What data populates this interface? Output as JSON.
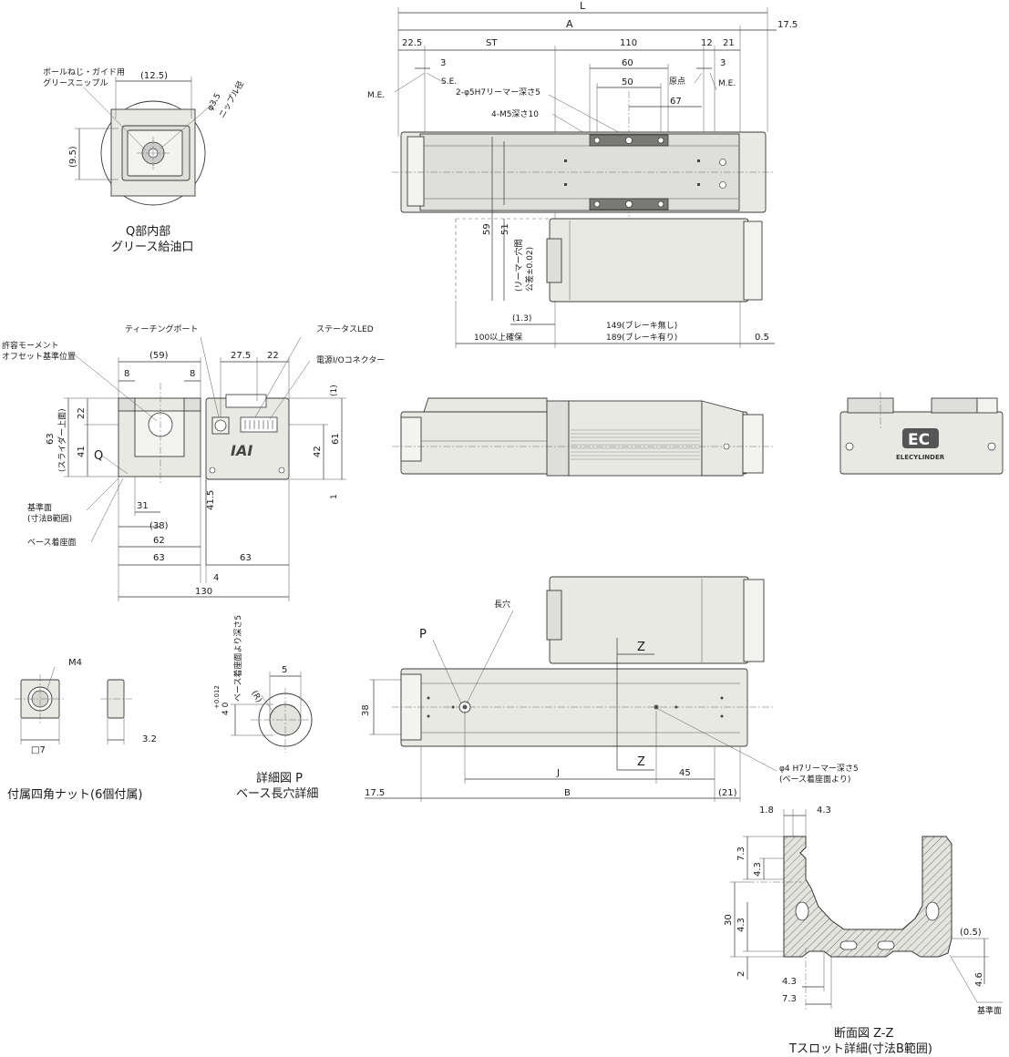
{
  "drawing_title": "",
  "top_view": {
    "dims_top": {
      "L": "L",
      "A": "A",
      "d17_5": "17.5",
      "d22_5": "22.5",
      "ST": "ST",
      "d110": "110",
      "d12": "12",
      "d21": "21"
    },
    "dims_inner": {
      "d3a": "3",
      "d3b": "3",
      "d60": "60",
      "d50": "50",
      "d67": "67"
    },
    "labels": {
      "me_left": "M.E.",
      "se": "S.E.",
      "origin": "原点",
      "me_right": "M.E.",
      "reamer": "2-φ5H7リーマー深さ5",
      "tap": "4-M5深さ10"
    },
    "dims_right": {
      "d59": "59",
      "d51": "51",
      "reamer_pitch": "(リーマー穴間",
      "tolerance": "公差±0.02)"
    },
    "dims_bottom": {
      "d1_3": "(1.3)",
      "clearance": "100以上確保",
      "no_brake": "149(ブレーキ無し)",
      "with_brake": "189(ブレーキ有り)",
      "d0_5": "0.5"
    }
  },
  "q_detail": {
    "labels": {
      "nipple_for": "ボールねじ・ガイド用",
      "grease_nipple": "グリースニップル",
      "d12_5": "(12.5)",
      "phi3_5": "φ3.5",
      "nipple_dia": "ニップル径",
      "d9_5": "(9.5)"
    },
    "caption1": "Q部内部",
    "caption2": "グリース給油口"
  },
  "end_view": {
    "labels": {
      "moment": "許容モーメント",
      "offset": "オフセット基準位置",
      "teaching": "ティーチングポート",
      "status_led": "ステータスLED",
      "power_conn": "電源I/Oコネクター",
      "q": "Q",
      "ref_face": "基準面",
      "ref_range": "(寸法B範囲)",
      "base_face": "ベース着座面",
      "logo": "IAI"
    },
    "dims": {
      "d59": "(59)",
      "d8a": "8",
      "d8b": "8",
      "d27_5": "27.5",
      "d22": "22",
      "d1": "(1)",
      "d22v": "22",
      "d63v": "63",
      "slider_top": "(スライダー上面)",
      "d41": "41",
      "d42": "42",
      "d61": "61",
      "d41_5": "41.5",
      "d1b": "1",
      "d31": "31",
      "d38": "(38)",
      "d62": "62",
      "d63a": "63",
      "d63b": "63",
      "d4": "4",
      "d130": "130"
    }
  },
  "side_view": {},
  "front_view": {
    "logo_ec": "EC",
    "logo_text": "ELECYLINDER"
  },
  "bottom_view": {
    "labels": {
      "slot": "長穴",
      "p": "P",
      "z_top": "Z",
      "z_bottom": "Z",
      "reamer": "φ4 H7リーマー深さ5",
      "from_base": "(ベース着座面より)"
    },
    "dims": {
      "d38": "38",
      "J": "J",
      "d45": "45",
      "d17_5": "17.5",
      "B": "B",
      "d21": "(21)"
    }
  },
  "nut": {
    "labels": {
      "m4": "M4",
      "sq7": "□7",
      "d3_2": "3.2"
    },
    "caption": "付属四角ナット(6個付属)"
  },
  "p_detail": {
    "labels": {
      "depth": "ベース着座面より深さ5",
      "tol": "4  0",
      "tol_up": "+0.012",
      "r": "(R)",
      "d5": "5"
    },
    "caption1": "詳細図 P",
    "caption2": "ベース長穴詳細"
  },
  "section": {
    "dims": {
      "d1_8": "1.8",
      "d4_3a": "4.3",
      "d7_3": "7.3",
      "d4_3b": "4.3",
      "d30": "30",
      "d4_3c": "4.3",
      "d0_5": "(0.5)",
      "d2": "2",
      "d4_6": "4.6",
      "d4_3d": "4.3",
      "d7_3b": "7.3"
    },
    "labels": {
      "ref_face": "基準面"
    },
    "caption1": "断面図 Z-Z",
    "caption2": "Tスロット詳細(寸法B範囲)"
  }
}
